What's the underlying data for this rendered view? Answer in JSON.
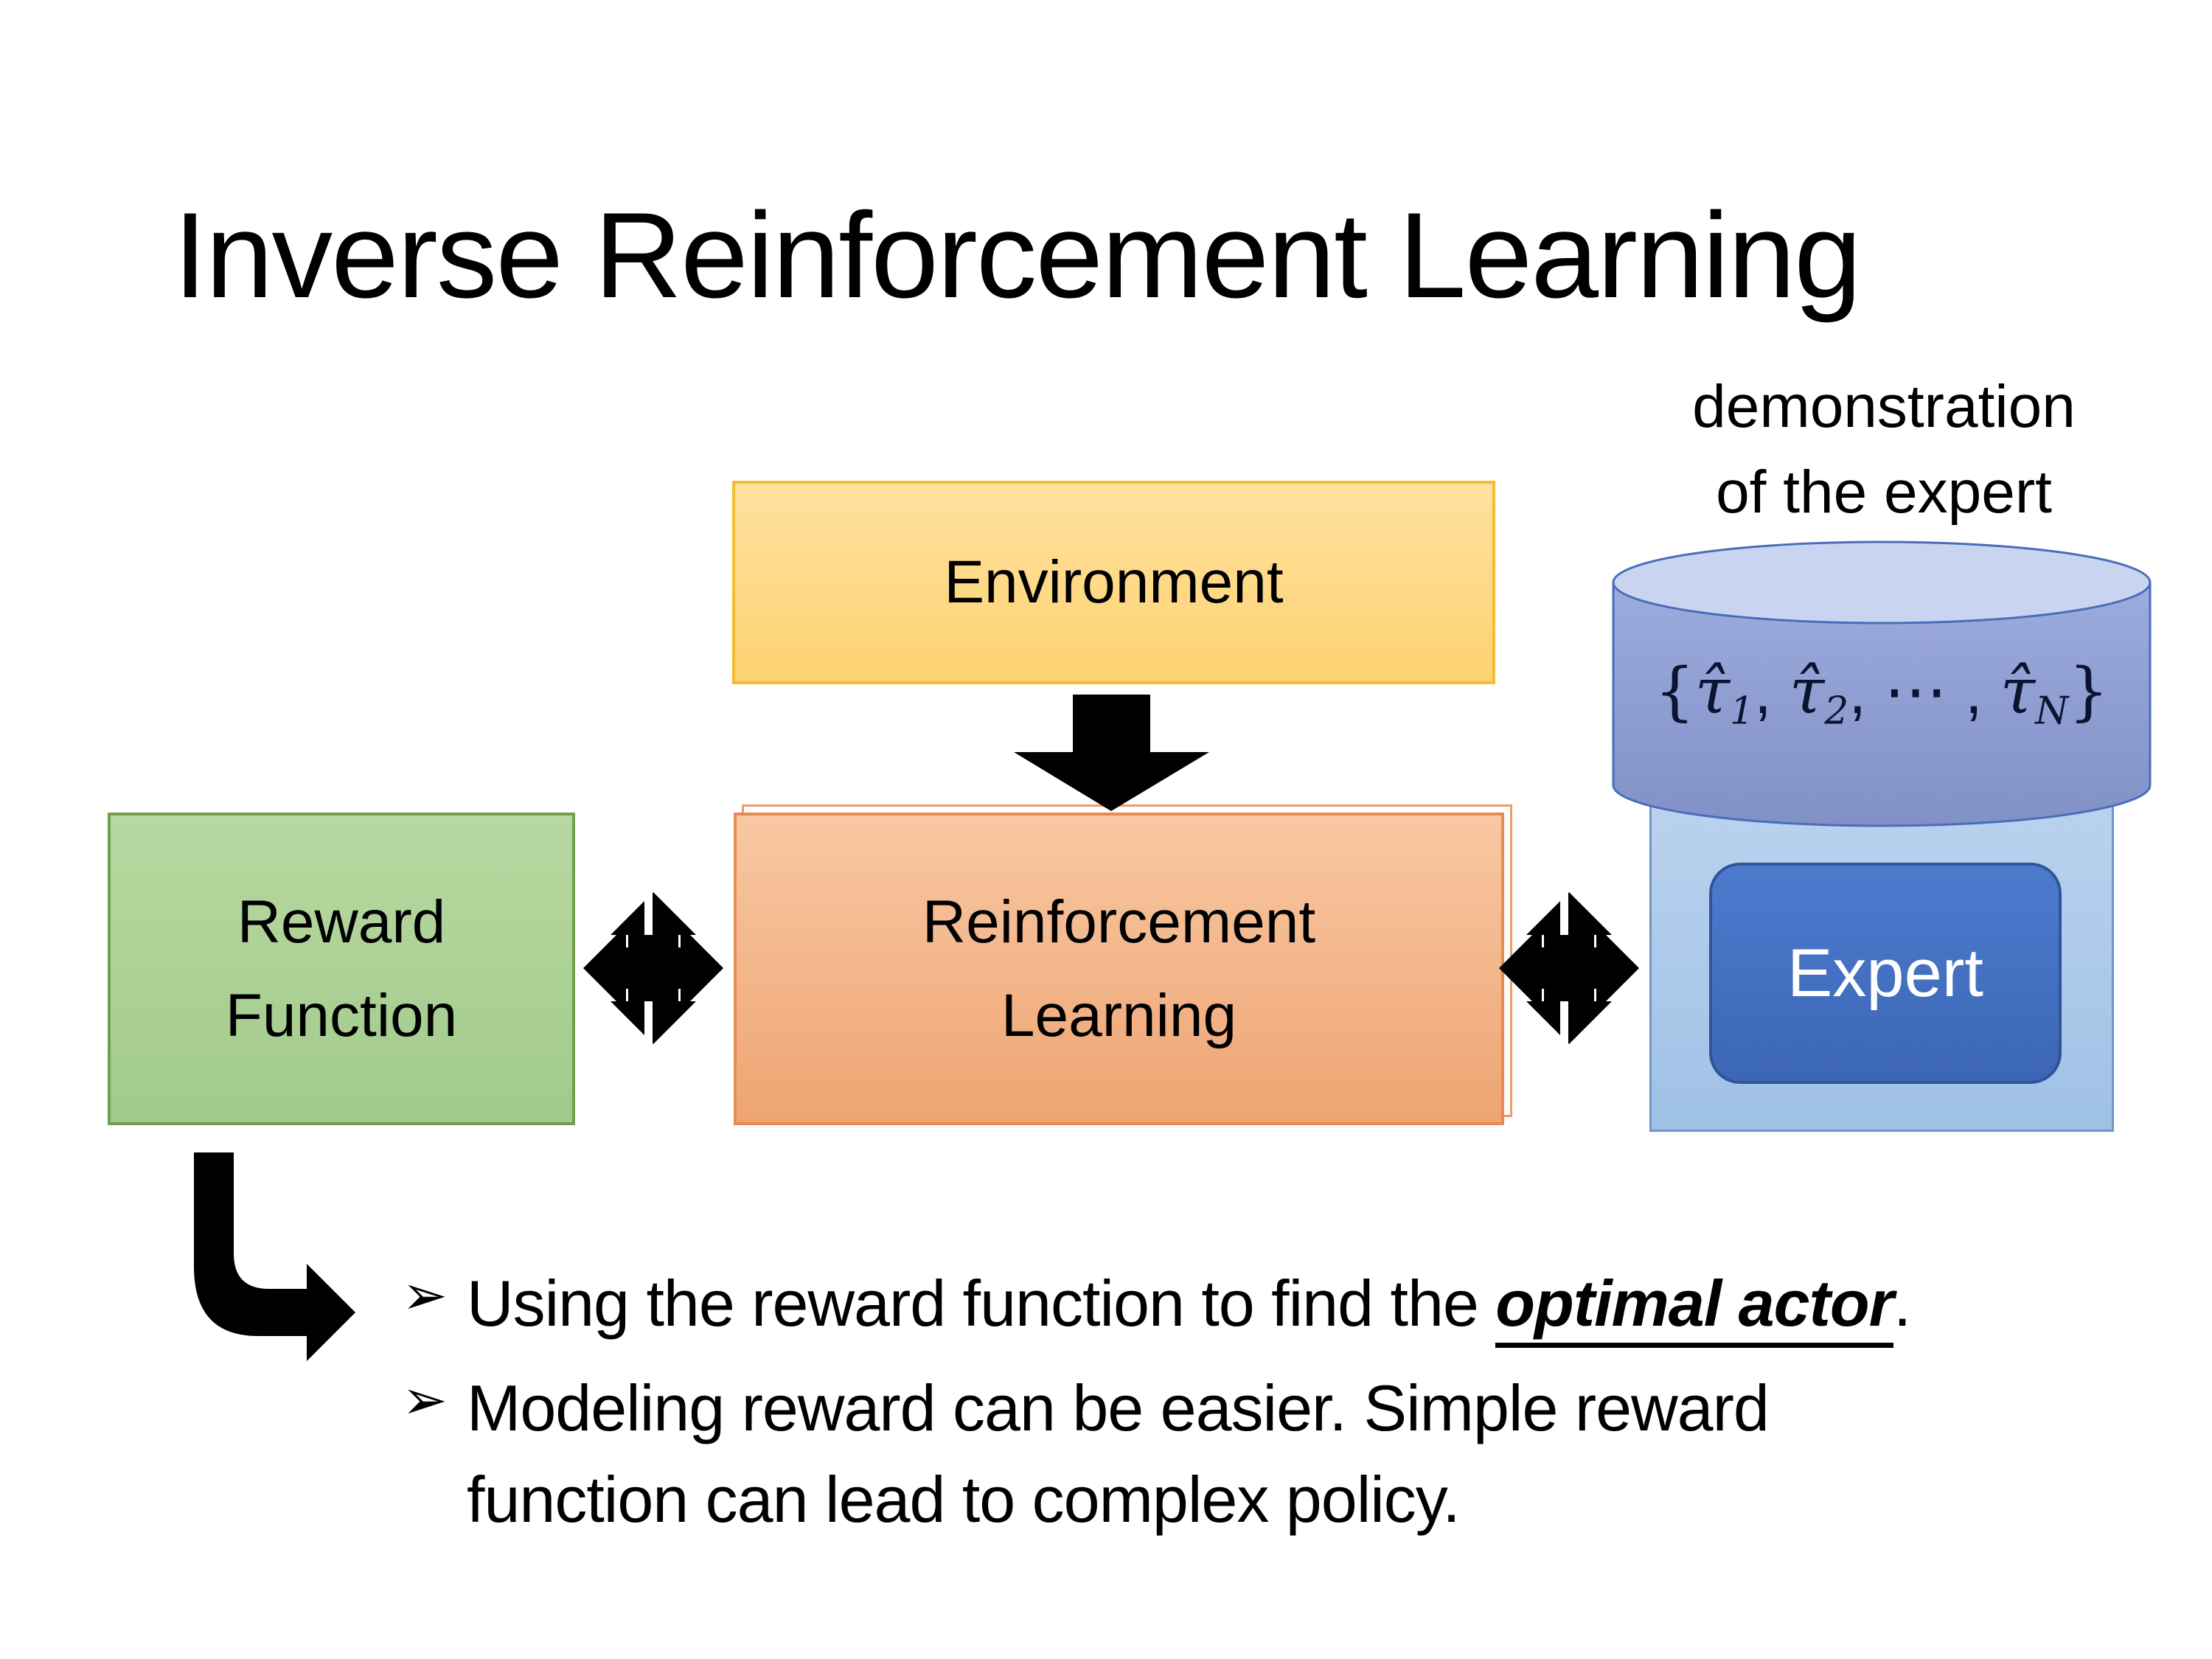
{
  "slide": {
    "title": "Inverse Reinforcement Learning"
  },
  "diagram": {
    "demo_label": {
      "line1": "demonstration",
      "line2": "of the expert"
    },
    "environment": {
      "label": "Environment"
    },
    "reward_function": {
      "line1": "Reward",
      "line2": "Function"
    },
    "reinforcement_learning": {
      "line1": "Reinforcement",
      "line2": "Learning"
    },
    "expert": {
      "label": "Expert"
    },
    "trajectories": {
      "brace_open": "{",
      "tau": "τ̂",
      "sub1": "1",
      "sep1": ", ",
      "sub2": "2",
      "sep2": ", ⋯ , ",
      "subN": "N",
      "brace_close": "}"
    }
  },
  "bullets": {
    "marker": "➢",
    "b1": {
      "prefix": "Using the reward function to find the ",
      "emphasis": "optimal actor",
      "suffix": "."
    },
    "b2": {
      "line1": "Modeling reward can be easier. Simple reward",
      "line2": "function can lead to complex policy."
    }
  },
  "colors": {
    "environment_fill": "#FDD271",
    "environment_border": "#F2BC34",
    "reward_fill": "#A2CA8C",
    "reward_border": "#6FA04D",
    "rl_fill": "#EEA473",
    "rl_border": "#E98A52",
    "expert_container_fill": "#9FC1E6",
    "expert_fill": "#3C66B5",
    "expert_border": "#2F549B",
    "cylinder_fill": "#8C9CD4",
    "cylinder_top_fill": "#C9D5F0",
    "arrow_color": "#000000"
  }
}
